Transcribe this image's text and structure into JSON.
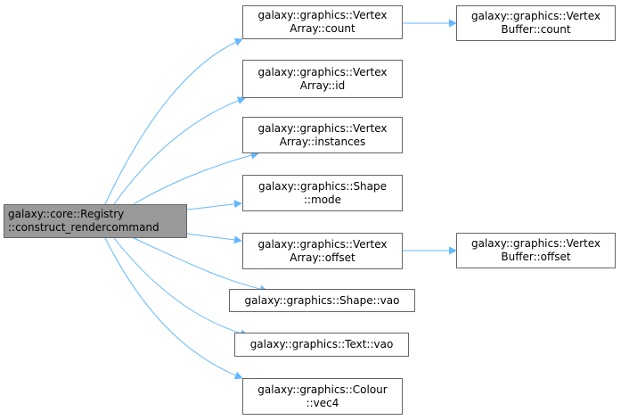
{
  "colors": {
    "edge": "#63b8ff",
    "node_border": "#666666",
    "root_fill": "#999999",
    "node_fill": "#ffffff"
  },
  "root": {
    "line1": "galaxy::core::Registry",
    "line2": "::construct_rendercommand"
  },
  "callees": [
    {
      "id": "va-count",
      "line1": "galaxy::graphics::Vertex",
      "line2": "Array::count"
    },
    {
      "id": "va-id",
      "line1": "galaxy::graphics::Vertex",
      "line2": "Array::id"
    },
    {
      "id": "va-instances",
      "line1": "galaxy::graphics::Vertex",
      "line2": "Array::instances"
    },
    {
      "id": "shape-mode",
      "line1": "galaxy::graphics::Shape",
      "line2": "::mode"
    },
    {
      "id": "va-offset",
      "line1": "galaxy::graphics::Vertex",
      "line2": "Array::offset"
    },
    {
      "id": "shape-vao",
      "line1": "galaxy::graphics::Shape::vao",
      "line2": ""
    },
    {
      "id": "text-vao",
      "line1": "galaxy::graphics::Text::vao",
      "line2": ""
    },
    {
      "id": "colour-vec4",
      "line1": "galaxy::graphics::Colour",
      "line2": "::vec4"
    }
  ],
  "secondary": [
    {
      "id": "vb-count",
      "line1": "galaxy::graphics::Vertex",
      "line2": "Buffer::count"
    },
    {
      "id": "vb-offset",
      "line1": "galaxy::graphics::Vertex",
      "line2": "Buffer::offset"
    }
  ]
}
